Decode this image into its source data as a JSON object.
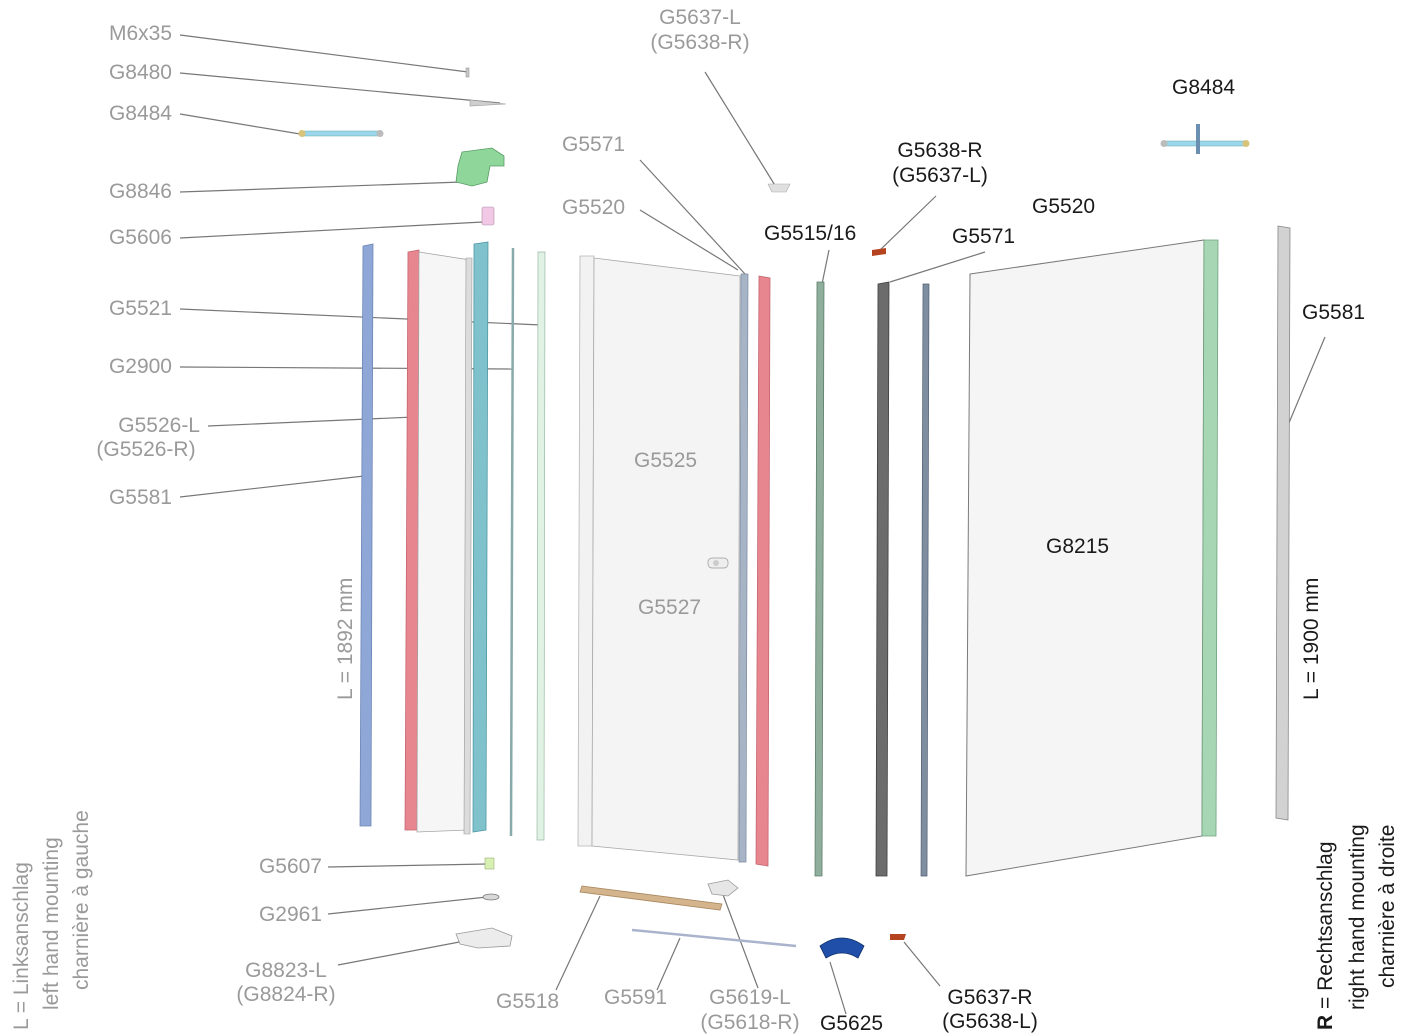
{
  "left_labels": {
    "m6x35": "M6x35",
    "g8480": "G8480",
    "g8484": "G8484",
    "g8846": "G8846",
    "g5606": "G5606",
    "g5521": "G5521",
    "g2900": "G2900",
    "g5526_l": "G5526-L",
    "g5526_r": "(G5526-R)",
    "g5581": "G5581",
    "g5607": "G5607",
    "g2961": "G2961",
    "g8823_l": "G8823-L",
    "g8824_r": "(G8824-R)"
  },
  "center_labels": {
    "g5637_l_top": "G5637-L",
    "g5638_r_top": "(G5638-R)",
    "g5571": "G5571",
    "g5520": "G5520",
    "g5525": "G5525",
    "g5527": "G5527",
    "g5518": "G5518",
    "g5591": "G5591",
    "g5619_l": "G5619-L",
    "g5618_r": "(G5618-R)"
  },
  "right_labels": {
    "g8484": "G8484",
    "g5638_r": "G5638-R",
    "g5637_l": "(G5637-L)",
    "g5520": "G5520",
    "g5515_16": "G5515/16",
    "g5571": "G5571",
    "g5581": "G5581",
    "g8215": "G8215",
    "g5625": "G5625",
    "g5637_r": "G5637-R",
    "g5638_l": "(G5638-L)"
  },
  "dimensions": {
    "left_length": "L = 1892 mm",
    "right_length": "L = 1900 mm"
  },
  "legend_left": {
    "line1": "L = Linksanschlag",
    "line2": "left hand mounting",
    "line3": "charnière à gauche"
  },
  "legend_right": {
    "key": "R",
    "line1": " = Rechtsanschlag",
    "line2": "right hand mounting",
    "line3": "charnière à droite"
  },
  "colors": {
    "grey_text": "#9a9a9a",
    "black_text": "#1a1a1a",
    "profile_blue": "#8fa7d6",
    "profile_red": "#e8868f",
    "profile_teal": "#7fc2cc",
    "profile_green": "#a7d6b4",
    "profile_tan": "#d4b48c",
    "gasket_blue": "#1f4fa8"
  }
}
